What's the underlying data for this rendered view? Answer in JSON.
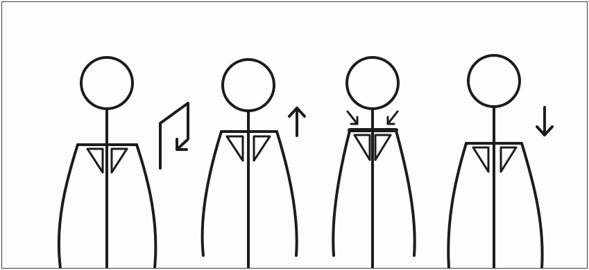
{
  "diagram": {
    "stroke_color": "#1c1c1c",
    "background": "#fdfdfd",
    "frame_color": "#3a3a3a",
    "figures": [
      {
        "id": "figure-1",
        "motion": "shoulder-roll",
        "arrow_icon": "rotate-back-arrow-icon"
      },
      {
        "id": "figure-2",
        "motion": "shoulders-up",
        "arrow_icon": "up-arrow-icon"
      },
      {
        "id": "figure-3",
        "motion": "shoulders-back",
        "arrow_icon": "inward-arrows-icon"
      },
      {
        "id": "figure-4",
        "motion": "shoulders-down",
        "arrow_icon": "down-arrow-icon"
      }
    ]
  }
}
